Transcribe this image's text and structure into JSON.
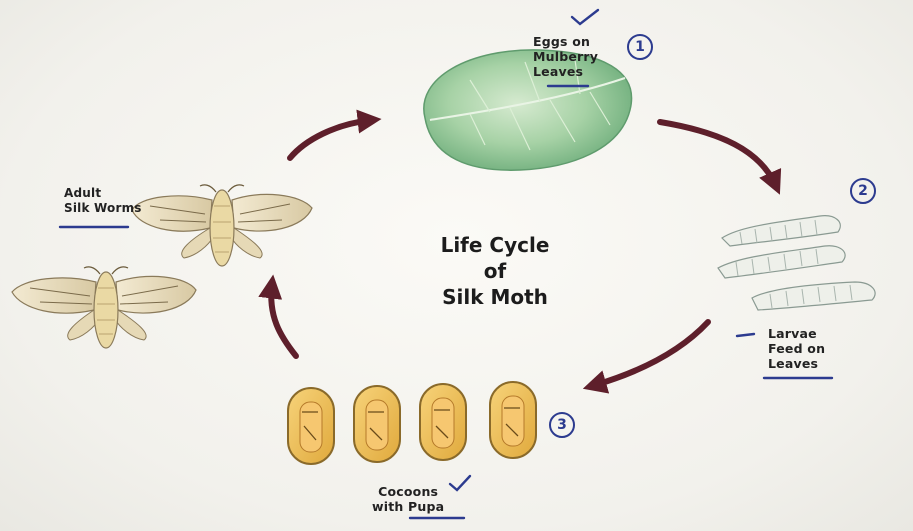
{
  "diagram": {
    "title_lines": [
      "Life Cycle",
      "of",
      "Silk Moth"
    ],
    "stages": [
      {
        "number": "1",
        "lines": [
          "Eggs on",
          "Mulberry",
          "Leaves"
        ]
      },
      {
        "number": "2",
        "lines": [
          "Larvae",
          "Feed on",
          "Leaves"
        ]
      },
      {
        "number": "3",
        "lines": [
          "Cocoons",
          "with Pupa"
        ]
      },
      {
        "number": "",
        "lines": [
          "Adult",
          "Silk Worms"
        ]
      }
    ],
    "colors": {
      "arrow": "#5e1f2b",
      "ink_blue": "#2c3b8f",
      "leaf": "#a7d2a6",
      "cocoon": "#f0c35a",
      "moth": "#ead9a4"
    }
  }
}
